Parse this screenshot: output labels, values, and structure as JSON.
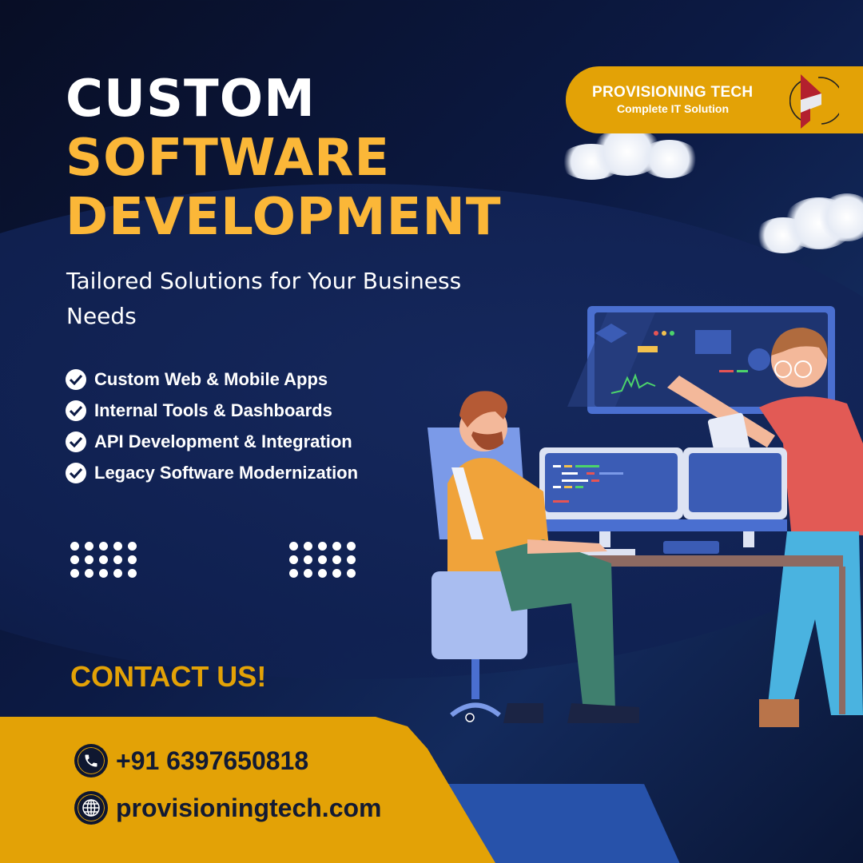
{
  "headline": {
    "line1": "CUSTOM",
    "line2": "SOFTWARE",
    "line3": "DEVELOPMENT"
  },
  "subtitle": "Tailored Solutions for Your Business Needs",
  "features": [
    {
      "icon": "check-circle-icon",
      "label": "Custom Web & Mobile Apps"
    },
    {
      "icon": "check-circle-icon",
      "label": "Internal Tools & Dashboards"
    },
    {
      "icon": "check-circle-icon",
      "label": "API Development & Integration"
    },
    {
      "icon": "check-circle-icon",
      "label": "Legacy Software Modernization"
    }
  ],
  "brand": {
    "name": "PROVISIONING TECH",
    "tagline": "Complete IT Solution",
    "logo_icon": "provisioning-tech-logo-icon"
  },
  "contact": {
    "title": "CONTACT US!",
    "phone": {
      "icon": "phone-icon",
      "value": "+91 6397650818"
    },
    "website": {
      "icon": "globe-icon",
      "value": "provisioningtech.com"
    }
  },
  "colors": {
    "background": "#0c1a44",
    "accent_yellow": "#fbb738",
    "band_yellow": "#e3a206",
    "accent_blue": "#2752aa",
    "text_white": "#ffffff",
    "text_dark": "#121a33",
    "logo_red": "#b3202e"
  }
}
